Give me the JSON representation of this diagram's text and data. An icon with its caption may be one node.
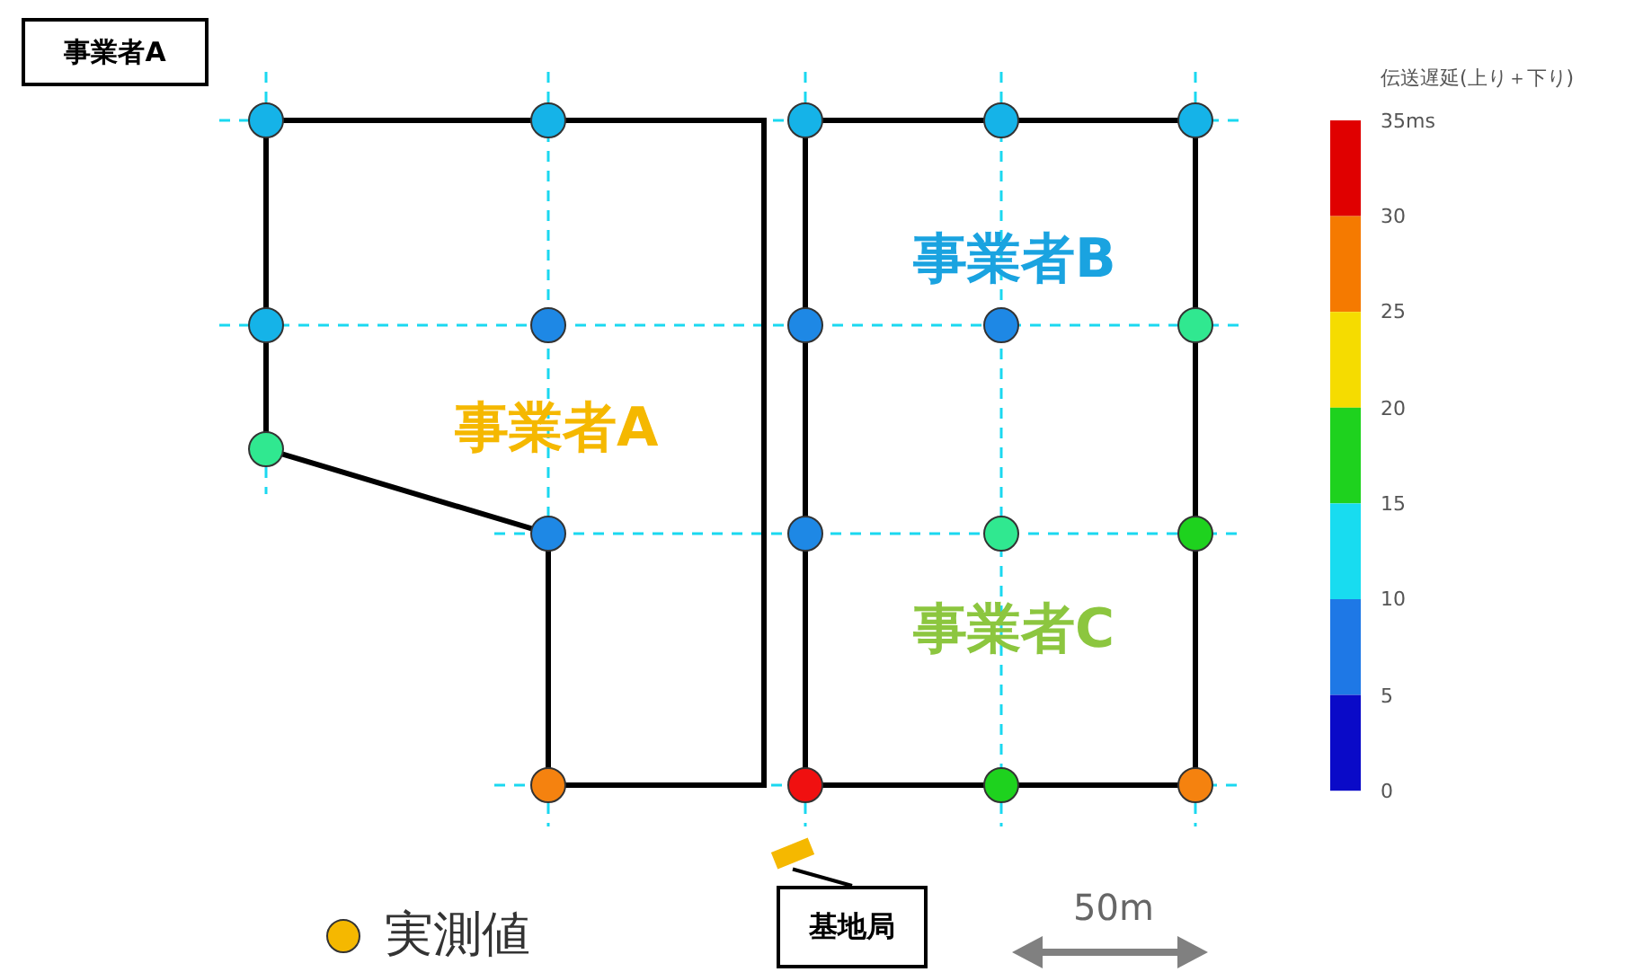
{
  "diagram": {
    "nodes": [
      {
        "text": [
          "事業者A"
        ]
      },
      {
        "text": [
          "基地局"
        ]
      },
      {
        "text": [],
        "shape": "bar"
      }
    ],
    "edges": [
      {
        "from": 1,
        "to": 2,
        "arrow": "none"
      }
    ],
    "labels": [
      "事業者B",
      "事業者A",
      "事業者C",
      "伝送遅延(上り＋下り)",
      "35ms",
      "30",
      "25",
      "20",
      "15",
      "10",
      "5",
      "0",
      "50m"
    ],
    "legend": [
      {
        "text": "実測値"
      }
    ]
  }
}
